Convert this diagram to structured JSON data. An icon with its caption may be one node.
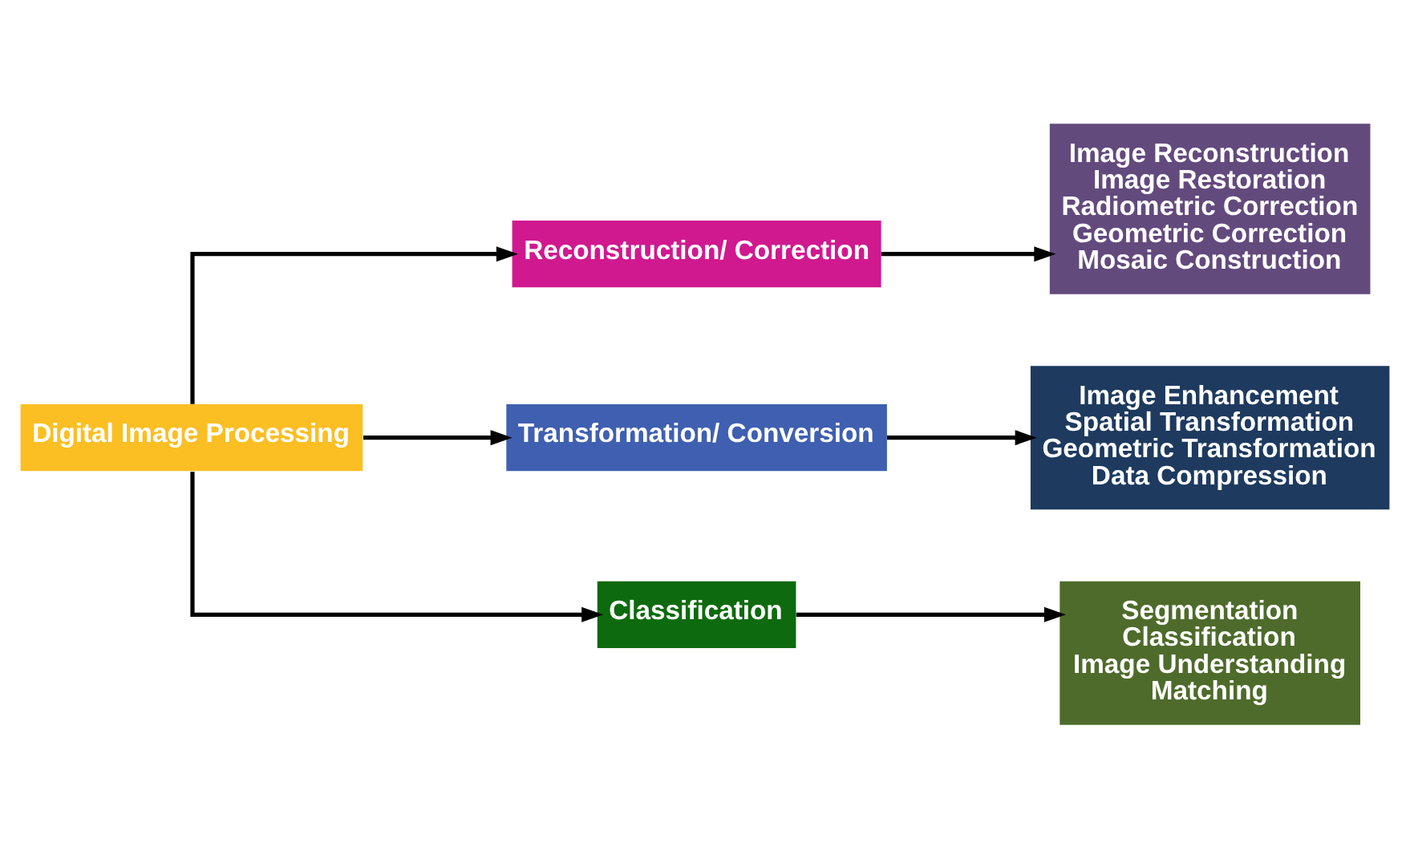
{
  "diagram": {
    "nodes": [
      {
        "text": [
          "Digital Image Processing"
        ]
      },
      {
        "text": [
          "Reconstruction/ Correction"
        ]
      },
      {
        "text": [
          "Transformation/ Conversion"
        ]
      },
      {
        "text": [
          "Classification"
        ]
      },
      {
        "text": [
          "Image Reconstruction",
          "Image Restoration",
          "Radiometric Correction",
          "Geometric Correction",
          "Mosaic Construction"
        ]
      },
      {
        "text": [
          "Image Enhancement",
          "Spatial Transformation",
          "Geometric Transformation",
          "Data Compression"
        ]
      },
      {
        "text": [
          "Segmentation",
          "Classification",
          "Image Understanding",
          "Matching"
        ]
      }
    ],
    "edges": [
      {
        "from": 0,
        "to": 1,
        "arrow": "to"
      },
      {
        "from": 0,
        "to": 2,
        "arrow": "to"
      },
      {
        "from": 0,
        "to": 3,
        "arrow": "to"
      },
      {
        "from": 1,
        "to": 4,
        "arrow": "to"
      },
      {
        "from": 2,
        "to": 5,
        "arrow": "to"
      },
      {
        "from": 3,
        "to": 6,
        "arrow": "to"
      }
    ]
  }
}
